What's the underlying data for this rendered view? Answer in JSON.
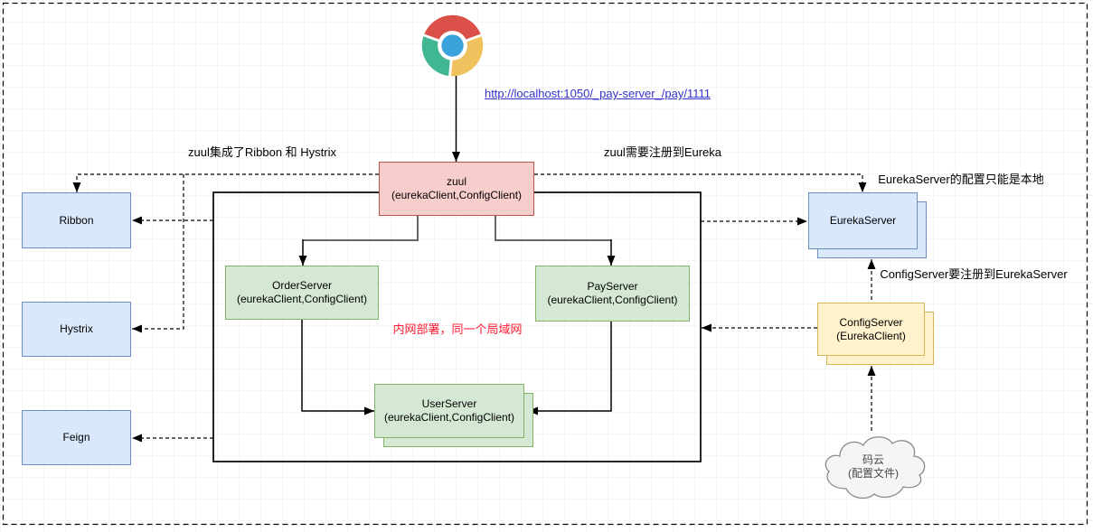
{
  "browser": {
    "icon": "chrome-icon",
    "url_label": "http://localhost:1050/_pay-server_/pay/1111"
  },
  "annotations": {
    "zuul_integrates": "zuul集成了Ribbon 和 Hystrix",
    "zuul_register": "zuul需要注册到Eureka",
    "eureka_local": "EurekaServer的配置只能是本地",
    "config_register": "ConfigServer要注册到EurekaServer",
    "intranet": "内网部署，同一个局域网"
  },
  "nodes": {
    "zuul": {
      "title": "zuul",
      "subtitle": "(eurekaClient,ConfigClient)"
    },
    "ribbon": {
      "title": "Ribbon"
    },
    "hystrix": {
      "title": "Hystrix"
    },
    "feign": {
      "title": "Feign"
    },
    "order_server": {
      "title": "OrderServer",
      "subtitle": "(eurekaClient,ConfigClient)"
    },
    "pay_server": {
      "title": "PayServer",
      "subtitle": "(eurekaClient,ConfigClient)"
    },
    "user_server": {
      "title": "UserServer",
      "subtitle": "(eurekaClient,ConfigClient)"
    },
    "eureka_server": {
      "title": "EurekaServer"
    },
    "config_server": {
      "title": "ConfigServer",
      "subtitle": "(EurekaClient)"
    },
    "git_cloud": {
      "title": "码云",
      "subtitle": "(配置文件)"
    }
  },
  "colors": {
    "node_red_fill": "#F8CECC",
    "node_red_stroke": "#B85450",
    "node_blue_fill": "#DAE8FC",
    "node_blue_stroke": "#6C8EBF",
    "node_green_fill": "#D5E8D4",
    "node_green_stroke": "#82B366",
    "node_yellow_fill": "#FFF2CC",
    "node_yellow_stroke": "#D6B656",
    "cloud_fill": "#F5F5F5",
    "cloud_stroke": "#8A8A8A",
    "link_text": "#3333CC",
    "warning_text": "#FF1A30",
    "connector_gray": "#666666",
    "connector_black": "#000000",
    "chrome_red": "#DB5048",
    "chrome_green": "#41B693",
    "chrome_yellow": "#F0C25E",
    "chrome_blue": "#3BA3DB"
  }
}
